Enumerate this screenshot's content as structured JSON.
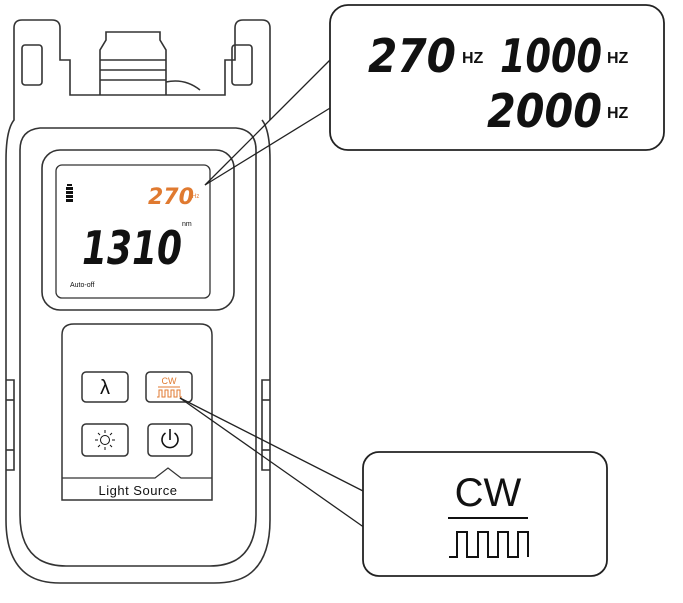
{
  "callout_freq": {
    "f1": "270",
    "f2": "1000",
    "f3": "2000",
    "unit": "HZ"
  },
  "display": {
    "freq": "270",
    "freq_unit": "Hz",
    "wavelength": "1310",
    "wavelength_unit": "nm",
    "auto_off": "Auto-off"
  },
  "buttons": {
    "lambda": "λ",
    "cw": "CW"
  },
  "device_label": "Light Source",
  "callout_cw": {
    "label": "CW"
  },
  "colors": {
    "accent": "#e07a30",
    "line": "#333333"
  }
}
